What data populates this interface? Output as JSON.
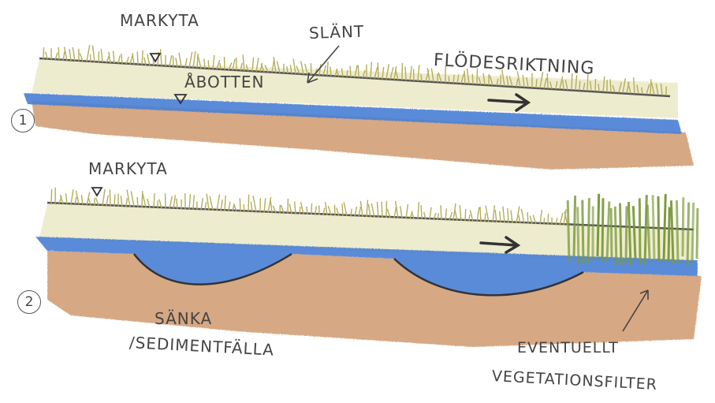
{
  "labels": {
    "markyta_1": "MARKYTA",
    "slant": "SLÄNT",
    "abotten": "ÅBOTTEN",
    "flodesriktning": "FLÖDESRIKTNING",
    "markyta_2": "MARKYTA",
    "sanka": "SÄNKA",
    "sedimentfalla": "/SEDIMENTFÄLLA",
    "eventuellt": "EVENTUELLT",
    "vegetationsfilter": "VEGETATIONSFILTER"
  },
  "panel_numbers": [
    "1",
    "2"
  ],
  "colors": {
    "water": "#4a7fd4",
    "soil": "#c88a5a",
    "grass": "#b8b060",
    "bank": "#e9e6c2",
    "line": "#555555",
    "reeds": "#7a9a3a"
  }
}
